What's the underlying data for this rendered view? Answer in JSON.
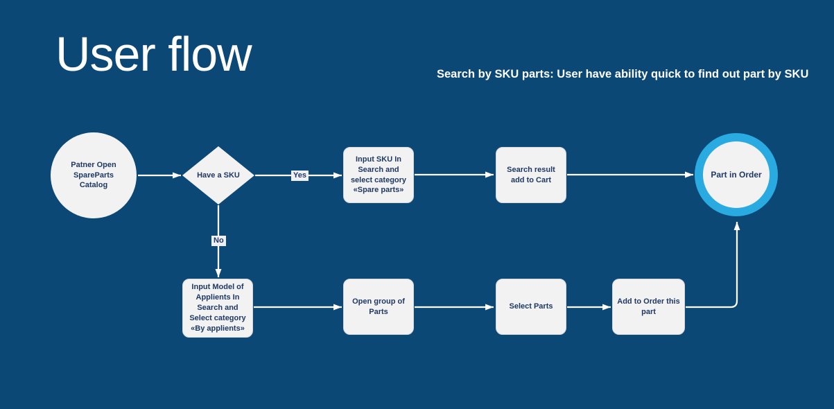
{
  "header": {
    "title": "User flow",
    "subtitle": "Search by SKU parts: User have ability quick to find out part by SKU"
  },
  "colors": {
    "background": "#0b4876",
    "shape_fill": "#f2f2f2",
    "shape_text": "#1f3864",
    "end_ring_accent": "#29abe2",
    "connector": "#ffffff"
  },
  "flow": {
    "nodes": [
      {
        "id": "start",
        "type": "start-circle",
        "label": "Patner Open SpareParts Catalog"
      },
      {
        "id": "decision",
        "type": "decision-diamond",
        "label": "Have a SKU"
      },
      {
        "id": "input-sku",
        "type": "process",
        "label": "Input SKU In Search and select category «Spare parts»"
      },
      {
        "id": "search-result",
        "type": "process",
        "label": "Search result add to Cart"
      },
      {
        "id": "part-in-order",
        "type": "end-circle",
        "label": "Part in Order"
      },
      {
        "id": "input-model",
        "type": "process",
        "label": "Input Model of Applients In Search and Select category «By applients»"
      },
      {
        "id": "open-group",
        "type": "process",
        "label": "Open group of Parts"
      },
      {
        "id": "select-parts",
        "type": "process",
        "label": "Select Parts"
      },
      {
        "id": "add-to-order",
        "type": "process",
        "label": "Add to Order this part"
      }
    ],
    "branch_labels": {
      "yes": "Yes",
      "no": "No"
    },
    "edges": [
      {
        "from": "start",
        "to": "decision"
      },
      {
        "from": "decision",
        "to": "input-sku",
        "label": "Yes"
      },
      {
        "from": "input-sku",
        "to": "search-result"
      },
      {
        "from": "search-result",
        "to": "part-in-order"
      },
      {
        "from": "decision",
        "to": "input-model",
        "label": "No"
      },
      {
        "from": "input-model",
        "to": "open-group"
      },
      {
        "from": "open-group",
        "to": "select-parts"
      },
      {
        "from": "select-parts",
        "to": "add-to-order"
      },
      {
        "from": "add-to-order",
        "to": "part-in-order"
      }
    ]
  }
}
